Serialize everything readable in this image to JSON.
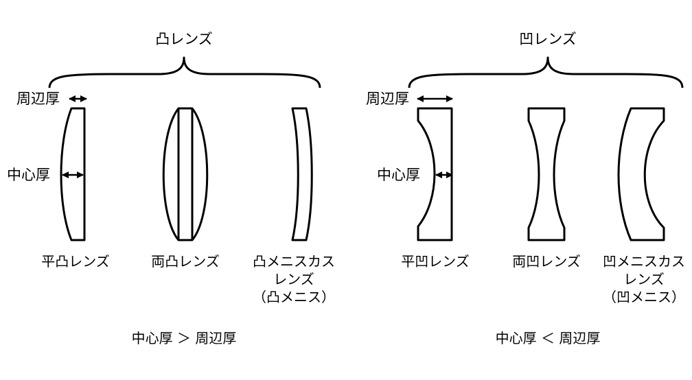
{
  "convex": {
    "title": "凸レンズ",
    "edge_thickness_label": "周辺厚",
    "center_thickness_label": "中心厚",
    "lenses": [
      {
        "lines": [
          "平凸レンズ"
        ]
      },
      {
        "lines": [
          "両凸レンズ"
        ]
      },
      {
        "lines": [
          "凸メニスカス",
          "レンズ",
          "（凸メニス）"
        ]
      }
    ],
    "relation": "中心厚 ＞ 周辺厚"
  },
  "concave": {
    "title": "凹レンズ",
    "edge_thickness_label": "周辺厚",
    "center_thickness_label": "中心厚",
    "lenses": [
      {
        "lines": [
          "平凹レンズ"
        ]
      },
      {
        "lines": [
          "両凹レンズ"
        ]
      },
      {
        "lines": [
          "凹メニスカス",
          "レンズ",
          "（凹メニス）"
        ]
      }
    ],
    "relation": "中心厚 ＜ 周辺厚"
  }
}
